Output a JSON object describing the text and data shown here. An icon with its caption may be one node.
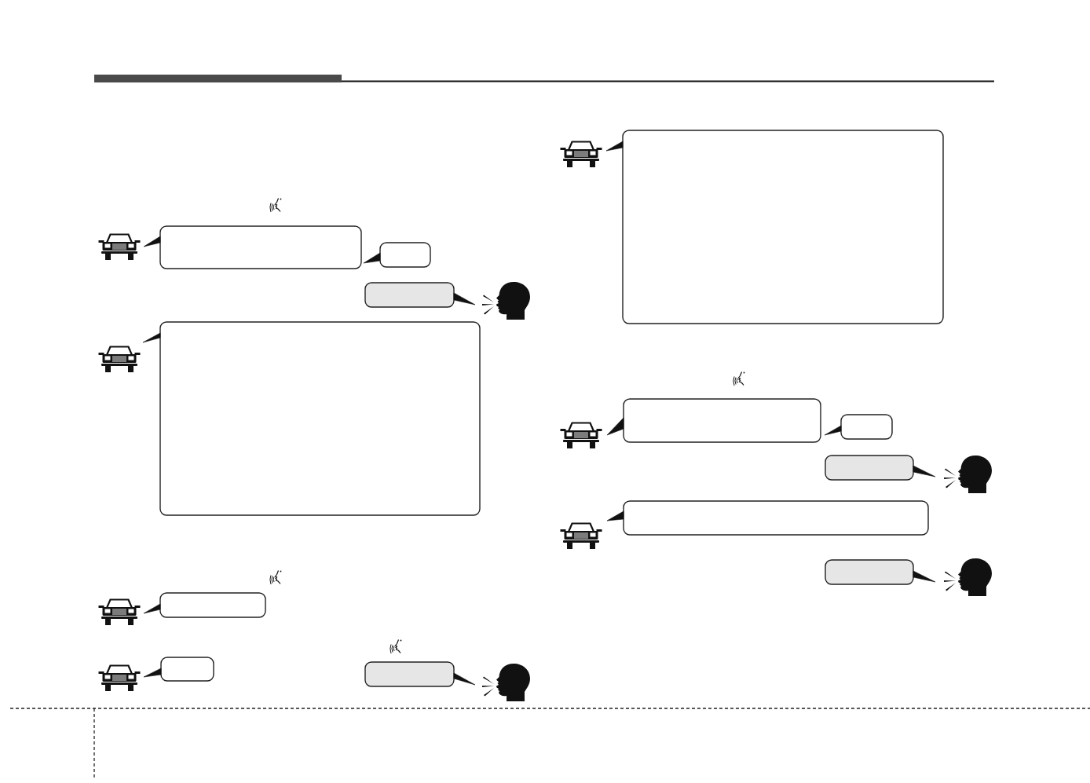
{
  "diagram": {
    "nodes": [
      {
        "text": [],
        "shape": "bubble"
      },
      {
        "text": [],
        "shape": "bubble"
      },
      {
        "text": [],
        "shape": "bubble"
      },
      {
        "text": [],
        "shape": "bubble"
      },
      {
        "text": [],
        "shape": "bubble"
      },
      {
        "text": [],
        "shape": "bubble"
      },
      {
        "text": [],
        "shape": "bubble"
      },
      {
        "text": [],
        "shape": "bubble"
      },
      {
        "text": [],
        "shape": "bubble"
      },
      {
        "text": [],
        "shape": "bubble"
      },
      {
        "text": [],
        "shape": "bubble"
      },
      {
        "text": [],
        "shape": "bubble"
      },
      {
        "text": [],
        "shape": "bubble"
      }
    ]
  }
}
